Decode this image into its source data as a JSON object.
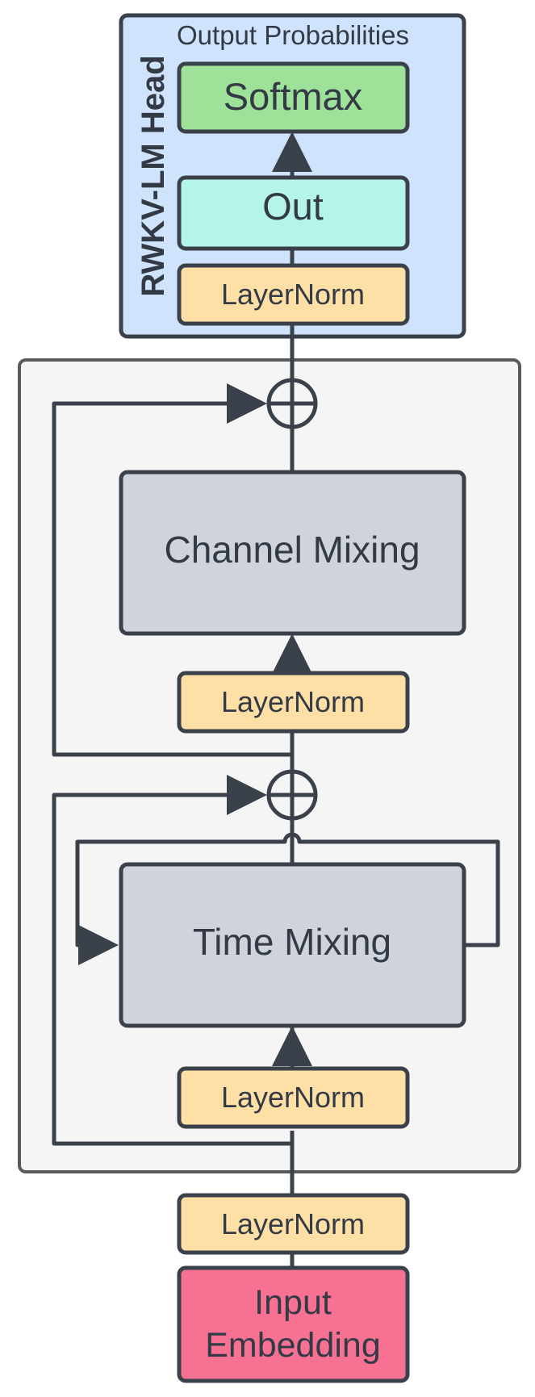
{
  "head": {
    "title": "RWKV-LM Head",
    "output_label": "Output Probabilities",
    "softmax": "Softmax",
    "out": "Out",
    "layernorm": "LayerNorm"
  },
  "block": {
    "channel_mixing": "Channel Mixing",
    "layernorm_channel": "LayerNorm",
    "time_mixing": "Time Mixing",
    "layernorm_time": "LayerNorm"
  },
  "input": {
    "layernorm": "LayerNorm",
    "embedding_line1": "Input",
    "embedding_line2": "Embedding"
  },
  "colors": {
    "stroke": "#3a414b",
    "head_bg": "#cfe3fd",
    "block_bg": "#f5f5f5",
    "block_border": "#5a5a5a",
    "softmax": "#9ee29a",
    "out": "#b5f5e9",
    "layernorm": "#fedfa5",
    "mixing": "#cfd4dc",
    "embedding": "#f77193"
  }
}
